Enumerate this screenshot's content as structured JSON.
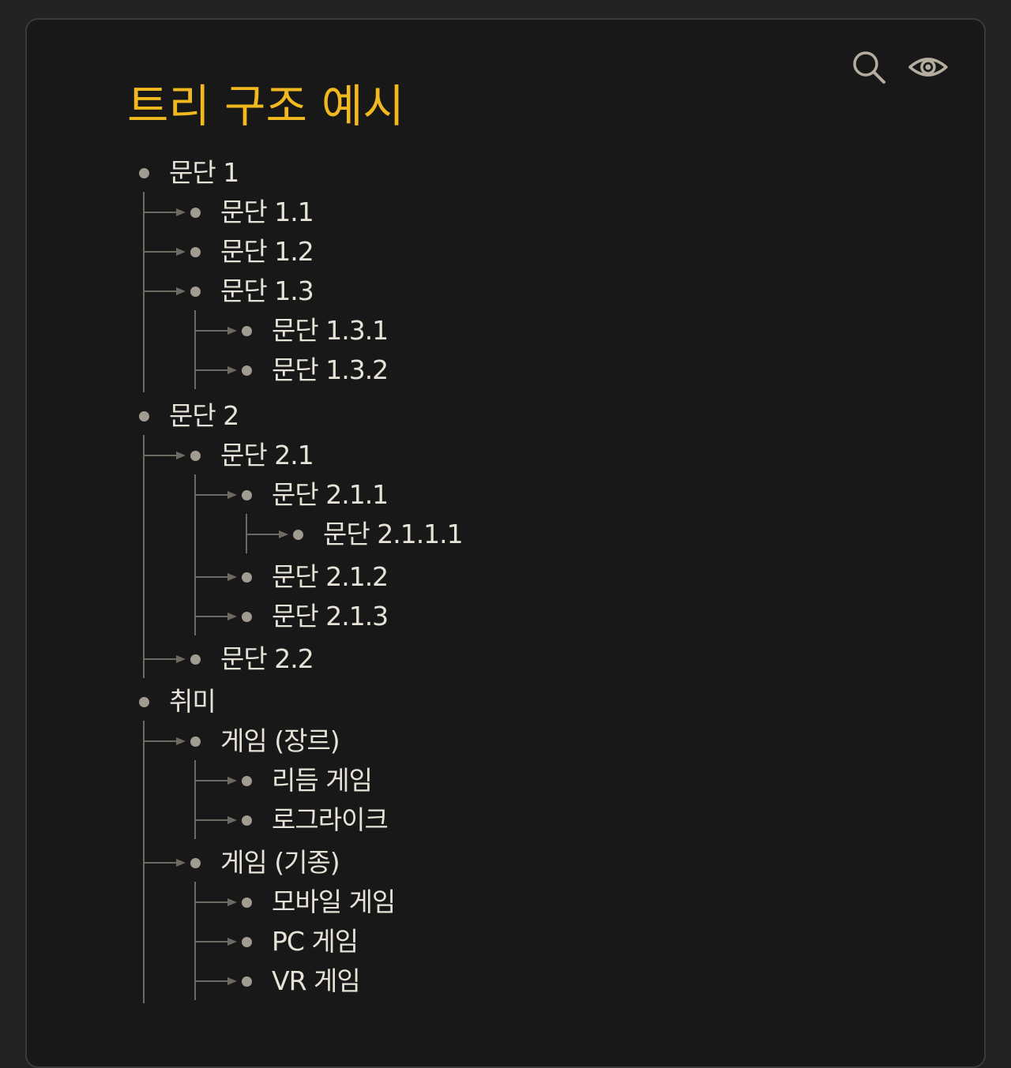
{
  "toolbar": {
    "search_icon": "search-icon",
    "view_icon": "eye-icon",
    "icon_color": "#b5ad9e"
  },
  "page": {
    "title": "트리 구조 예시",
    "title_color": "#f2b81f"
  },
  "tree": [
    {
      "label": "문단 1",
      "children": [
        {
          "label": "문단 1.1",
          "children": []
        },
        {
          "label": "문단 1.2",
          "children": []
        },
        {
          "label": "문단 1.3",
          "children": [
            {
              "label": "문단 1.3.1",
              "children": []
            },
            {
              "label": "문단 1.3.2",
              "children": []
            }
          ]
        }
      ]
    },
    {
      "label": "문단 2",
      "children": [
        {
          "label": "문단 2.1",
          "children": [
            {
              "label": "문단 2.1.1",
              "children": [
                {
                  "label": "문단 2.1.1.1",
                  "children": []
                }
              ]
            },
            {
              "label": "문단 2.1.2",
              "children": []
            },
            {
              "label": "문단 2.1.3",
              "children": []
            }
          ]
        },
        {
          "label": "문단 2.2",
          "children": []
        }
      ]
    },
    {
      "label": "취미",
      "children": [
        {
          "label": "게임 (장르)",
          "children": [
            {
              "label": "리듬 게임",
              "children": []
            },
            {
              "label": "로그라이크",
              "children": []
            }
          ]
        },
        {
          "label": "게임 (기종)",
          "children": [
            {
              "label": "모바일 게임",
              "children": []
            },
            {
              "label": "PC 게임",
              "children": []
            },
            {
              "label": "VR 게임",
              "children": []
            }
          ]
        }
      ]
    }
  ]
}
